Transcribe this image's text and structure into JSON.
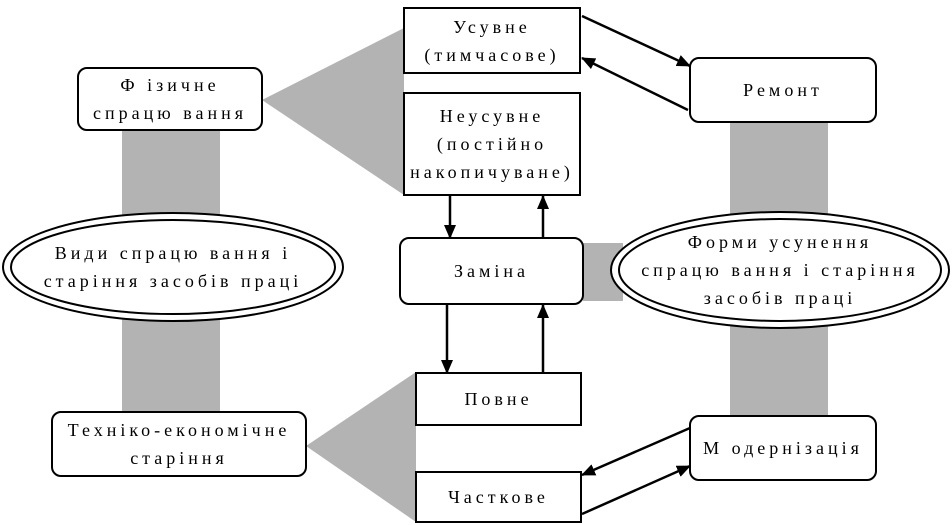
{
  "diagram": {
    "physical": [
      "Ф ізичне",
      "спрацю вання"
    ],
    "techeco": [
      "Техніко-економічне",
      "старіння"
    ],
    "types": [
      "Види спрацю вання і",
      "старіння засобів праці"
    ],
    "removable": [
      "Усувне",
      "(тимчасове)"
    ],
    "nonremovable": [
      "Неусувне",
      "(постійно",
      "накопичуване)"
    ],
    "replacement": [
      "Заміна"
    ],
    "full": [
      "Повне"
    ],
    "partial": [
      "Часткове"
    ],
    "repair": [
      "Ремонт"
    ],
    "modernization": [
      "М одернізація"
    ],
    "forms": [
      "Форми усунення",
      "спрацю вання і старіння",
      "засобів праці"
    ]
  }
}
